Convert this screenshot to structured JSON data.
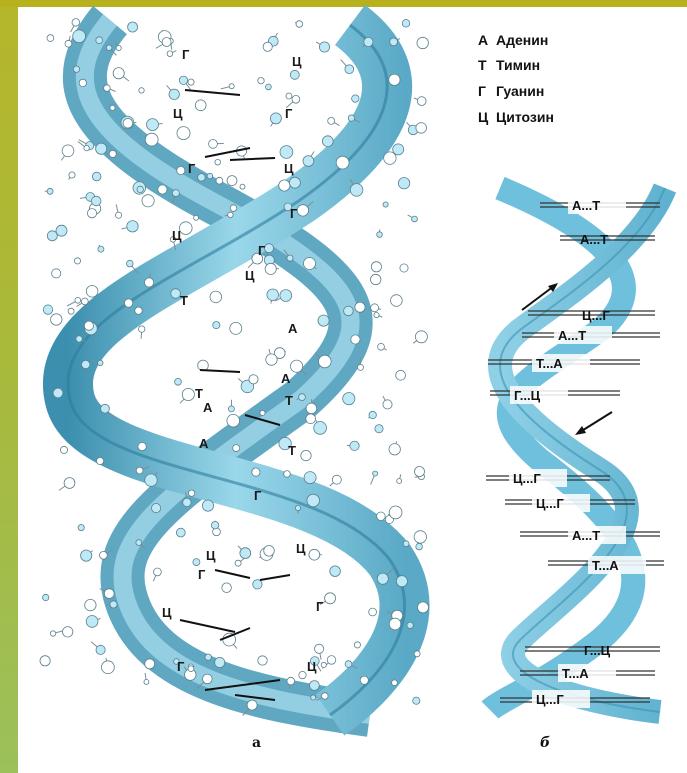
{
  "legend": [
    {
      "key": "А",
      "name": "Аденин"
    },
    {
      "key": "Т",
      "name": "Тимин"
    },
    {
      "key": "Г",
      "name": "Гуанин"
    },
    {
      "key": "Ц",
      "name": "Цитозин"
    }
  ],
  "figure_a": {
    "caption": "а",
    "labels": [
      "Г",
      "Ц",
      "Ц",
      "Г",
      "Г",
      "Ц",
      "Г",
      "Ц",
      "Г",
      "Ц",
      "Т",
      "А",
      "Т",
      "А",
      "А",
      "Т",
      "А",
      "Т",
      "Г",
      "Ц",
      "Ц",
      "Г",
      "Ц",
      "Г",
      "Г",
      "Ц"
    ]
  },
  "figure_b": {
    "caption": "б",
    "pairs": [
      "А...Т",
      "А...Т",
      "Ц...Г",
      "А...Т",
      "Т...А",
      "Г...Ц",
      "Ц...Г",
      "Ц...Г",
      "А...Т",
      "Т...А",
      "Г...Ц",
      "Т...А",
      "Ц...Г"
    ]
  },
  "colors": {
    "strand": "#7ec7df",
    "strand_dark": "#3f8fb0",
    "atoms": "#ffffff",
    "bonds": "#222222",
    "accent": "#5ec4e6"
  }
}
